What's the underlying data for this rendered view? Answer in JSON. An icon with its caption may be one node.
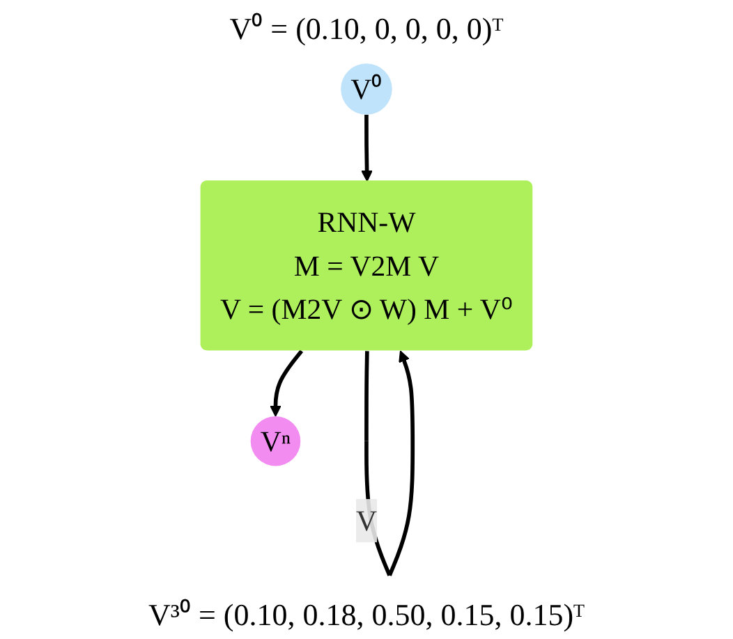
{
  "diagram": {
    "nodes": [
      {
        "text": [
          "V⁰"
        ]
      },
      {
        "text": [
          "RNN-W",
          "M  = V2M V",
          "V =  (M2V ⊙ W) M +  V⁰"
        ]
      },
      {
        "text": [
          "Vⁿ"
        ]
      }
    ],
    "edges": [
      {
        "from": 0,
        "to": 1,
        "arrow": "to"
      },
      {
        "from": 1,
        "to": 1,
        "arrow": "to",
        "label": "V"
      },
      {
        "from": 1,
        "to": 2,
        "arrow": "to"
      }
    ],
    "labels": [
      "V⁰ = (0.10, 0, 0, 0, 0)ᵀ",
      "V³⁰ = (0.10, 0.18, 0.50, 0.15, 0.15)ᵀ"
    ]
  }
}
